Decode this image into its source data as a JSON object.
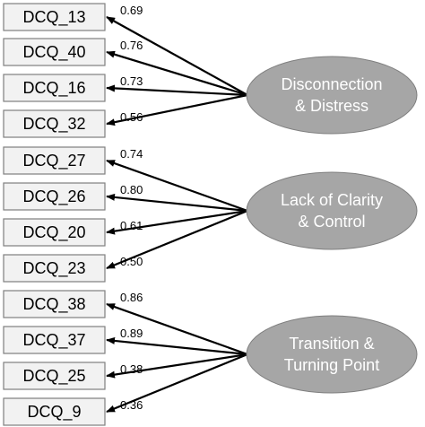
{
  "factors": [
    {
      "line1": "Disconnection",
      "line2": "& Distress",
      "items": [
        {
          "label": "DCQ_13",
          "loading": "0.69"
        },
        {
          "label": "DCQ_40",
          "loading": "0.76"
        },
        {
          "label": "DCQ_16",
          "loading": "0.73"
        },
        {
          "label": "DCQ_32",
          "loading": "0.56"
        }
      ]
    },
    {
      "line1": "Lack of Clarity",
      "line2": "& Control",
      "items": [
        {
          "label": "DCQ_27",
          "loading": "0.74"
        },
        {
          "label": "DCQ_26",
          "loading": "0.80"
        },
        {
          "label": "DCQ_20",
          "loading": "0.61"
        },
        {
          "label": "DCQ_23",
          "loading": "0.50"
        }
      ]
    },
    {
      "line1": "Transition &",
      "line2": "Turning Point",
      "items": [
        {
          "label": "DCQ_38",
          "loading": "0.86"
        },
        {
          "label": "DCQ_37",
          "loading": "0.89"
        },
        {
          "label": "DCQ_25",
          "loading": "0.38"
        },
        {
          "label": "DCQ_9",
          "loading": "0.36"
        }
      ]
    }
  ]
}
